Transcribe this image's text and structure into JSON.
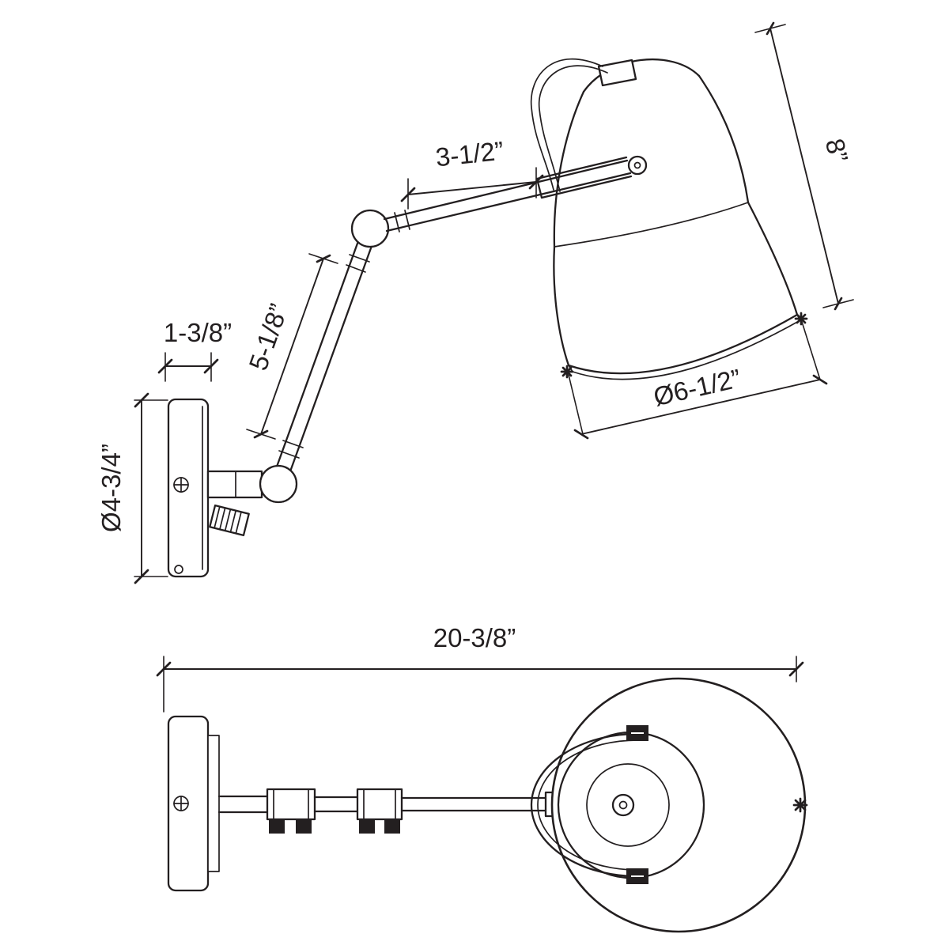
{
  "colors": {
    "line": "#231f20",
    "background": "#ffffff"
  },
  "dims": {
    "upper_arm_length": "3-1/2”",
    "shade_height": "8”",
    "backplate_depth": "1-3/8”",
    "lower_arm_length": "5-1/8”",
    "backplate_diameter": "Ø4-3/4”",
    "shade_diameter": "Ø6-1/2”",
    "overall_length": "20-3/8”"
  }
}
